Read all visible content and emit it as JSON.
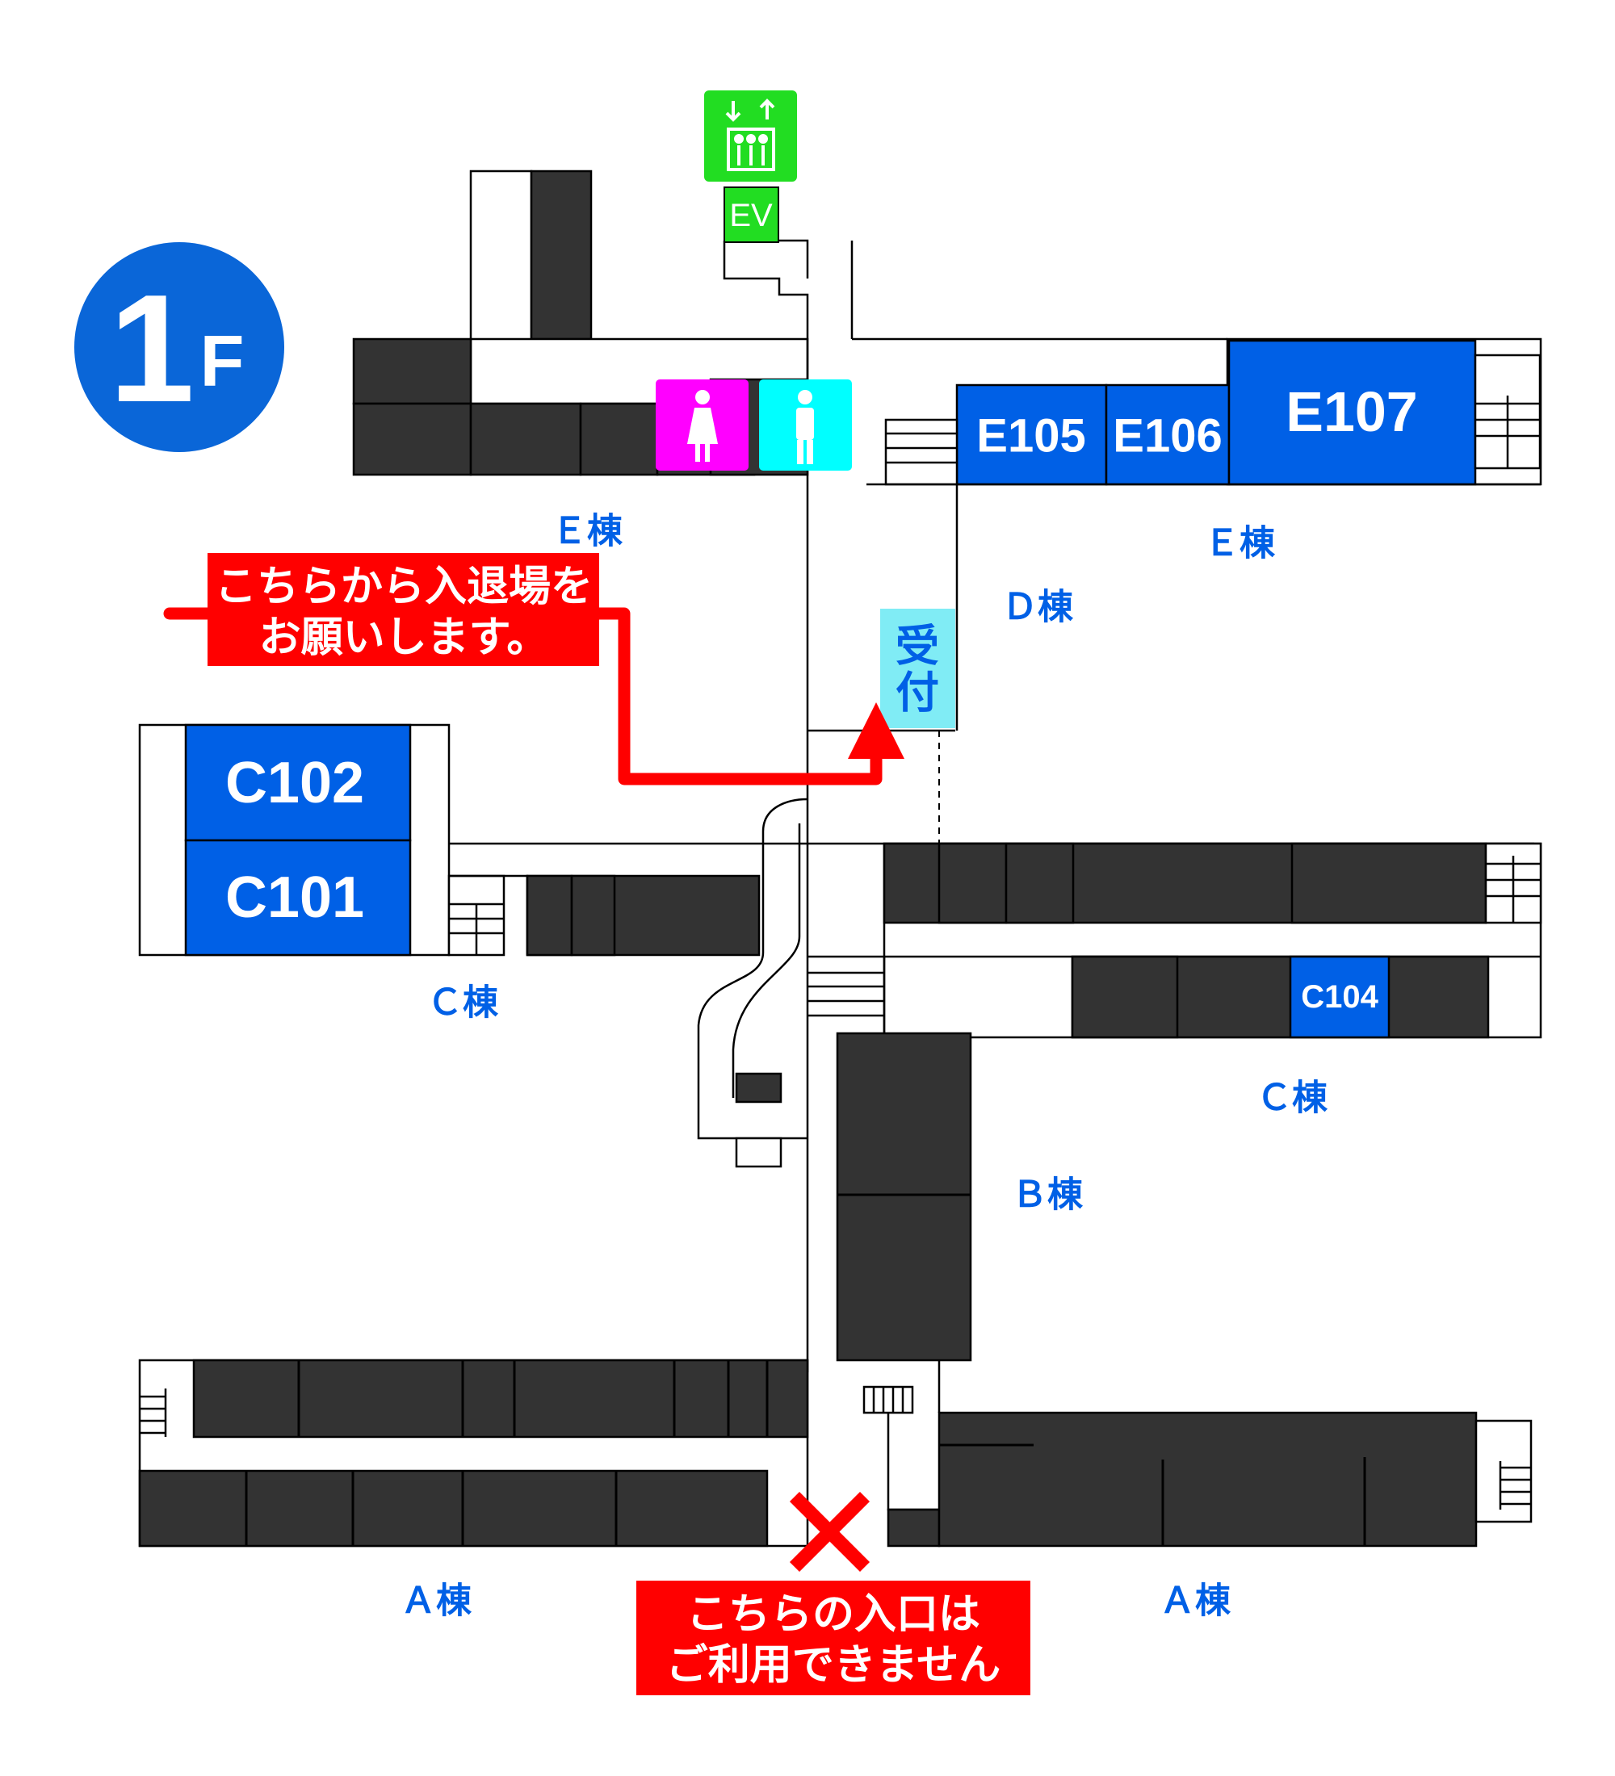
{
  "floor": {
    "number": "1",
    "suffix": "F"
  },
  "colors": {
    "floor_badge": "#0a66d8",
    "classroom": "#0060e6",
    "occupied_room": "#333333",
    "notice": "#ff0000",
    "elevator": "#22dd22",
    "womens_restroom": "#ff00ff",
    "mens_restroom": "#00ffff",
    "reception": "#80ecf5",
    "building_label": "#0060e6"
  },
  "rooms": {
    "E105": "E105",
    "E106": "E106",
    "E107": "E107",
    "C101": "C101",
    "C102": "C102",
    "C104": "C104"
  },
  "elevator": {
    "label": "EV",
    "icon": "elevator-icon"
  },
  "restrooms": {
    "women_icon": "female-restroom-icon",
    "men_icon": "male-restroom-icon"
  },
  "reception": {
    "line1": "受",
    "line2": "付"
  },
  "buildings": {
    "E_west": "Ｅ棟",
    "E_east": "Ｅ棟",
    "D": "Ｄ棟",
    "C_west": "Ｃ棟",
    "C_east": "Ｃ棟",
    "B": "Ｂ棟",
    "A_west": "Ａ棟",
    "A_east": "Ａ棟"
  },
  "entrance_notice": {
    "line1": "こちらから入退場を",
    "line2": "お願いします。"
  },
  "closed_notice": {
    "line1": "こちらの入口は",
    "line2": "ご利用できません"
  },
  "closed_marker_icon": "cross-icon"
}
